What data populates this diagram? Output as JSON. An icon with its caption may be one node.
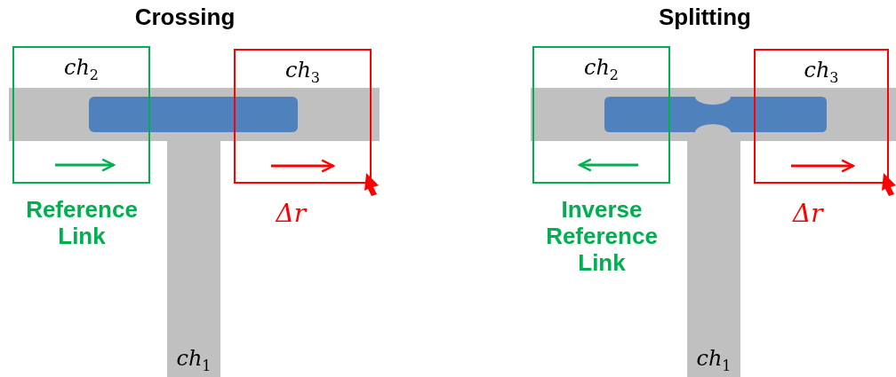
{
  "diagram": {
    "nodes": [
      {
        "text": [
          "ch$_{2}$"
        ],
        "beside": [
          "Reference Link"
        ]
      },
      {
        "text": [
          "ch$_{3}$"
        ],
        "beside": [
          "Δr"
        ]
      },
      {
        "text": [
          "ch$_{1}$"
        ]
      },
      {
        "text": [
          "ch$_{2}$"
        ],
        "beside": [
          "Inverse Reference Link"
        ]
      },
      {
        "text": [
          "ch$_{3}$"
        ],
        "beside": [
          "Δr"
        ]
      },
      {
        "text": [
          "ch$_{1}$"
        ]
      }
    ],
    "labels": [
      "Crossing",
      "Splitting"
    ]
  }
}
